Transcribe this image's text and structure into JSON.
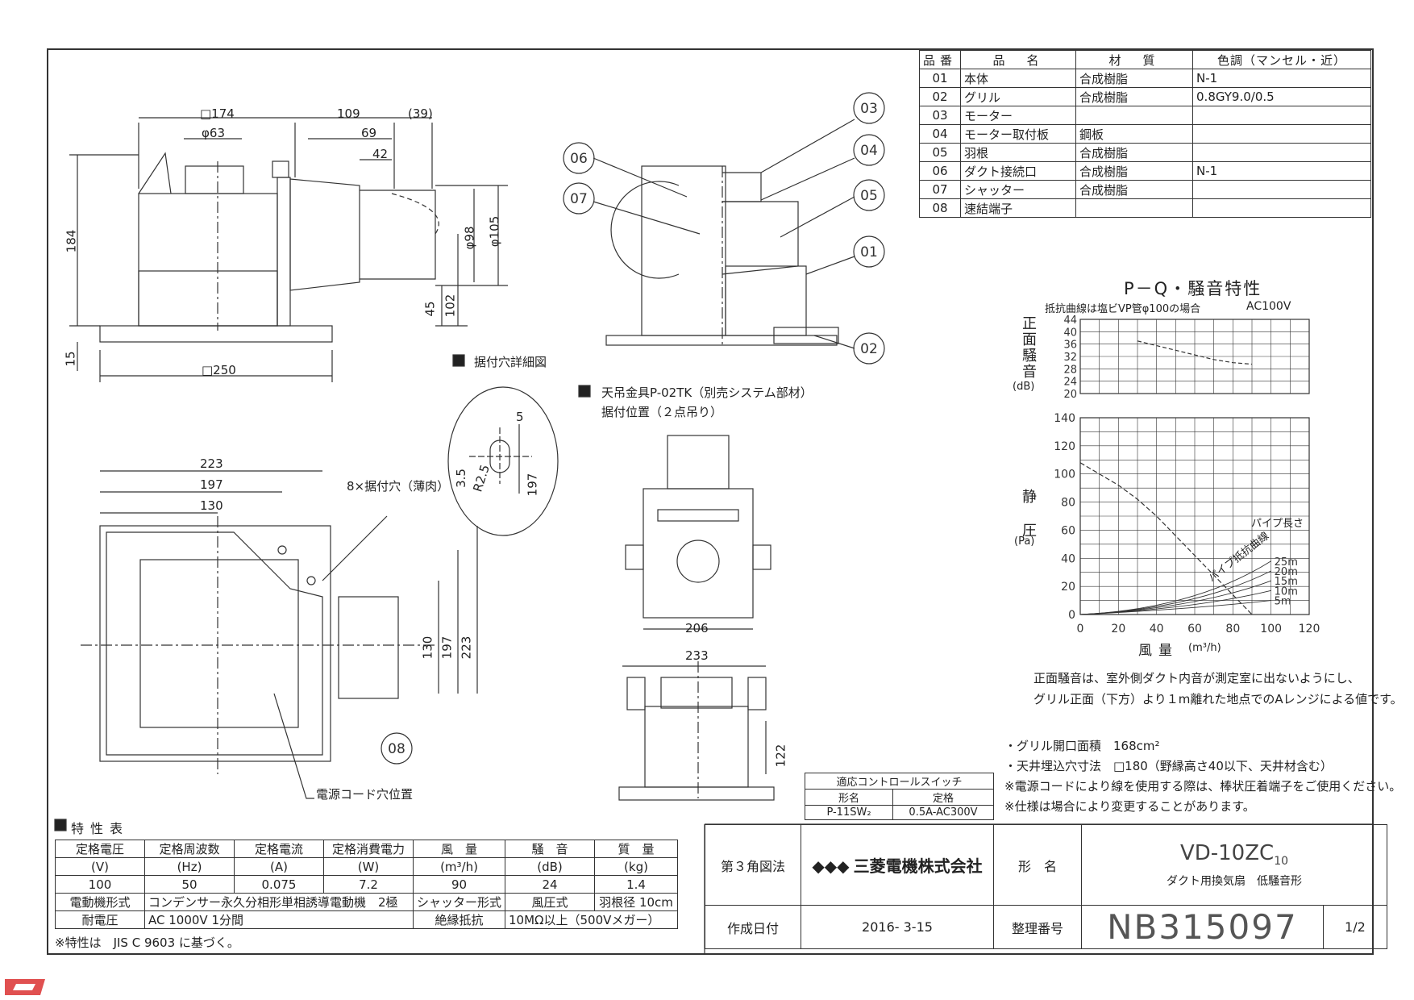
{
  "parts_table": {
    "headers": [
      "品番",
      "品　名",
      "材　質",
      "色調（マンセル・近）"
    ],
    "rows": [
      [
        "01",
        "本体",
        "合成樹脂",
        "N-1"
      ],
      [
        "02",
        "グリル",
        "合成樹脂",
        "0.8GY9.0/0.5"
      ],
      [
        "03",
        "モーター",
        "",
        ""
      ],
      [
        "04",
        "モーター取付板",
        "鋼板",
        ""
      ],
      [
        "05",
        "羽根",
        "合成樹脂",
        ""
      ],
      [
        "06",
        "ダクト接続口",
        "合成樹脂",
        "N-1"
      ],
      [
        "07",
        "シャッター",
        "合成樹脂",
        ""
      ],
      [
        "08",
        "速結端子",
        "",
        ""
      ]
    ]
  },
  "dims": {
    "d174": "□174",
    "d109": "109",
    "d39": "(39)",
    "d63": "φ63",
    "d69": "69",
    "d42": "42",
    "d184": "184",
    "d98": "φ98",
    "d105": "φ105",
    "d45": "45",
    "d102": "102",
    "d15": "15",
    "d250": "□250",
    "d223": "223",
    "d197": "197",
    "d130": "130",
    "d5": "5",
    "d35": "3.5",
    "dR25": "R2.5",
    "d197b": "197",
    "d206": "206",
    "d233": "233",
    "d122": "122"
  },
  "labels": {
    "mount_hole_detail": "据付穴詳細図",
    "hanger": "天吊金具P-02TK（別売システム部材）",
    "hanger2": "据付位置（２点吊り）",
    "holes": "8×据付穴（薄肉）",
    "cord_hole": "電源コード穴位置"
  },
  "callouts": [
    "01",
    "02",
    "03",
    "04",
    "05",
    "06",
    "07",
    "08"
  ],
  "chart_title": "P－Q・騒音特性",
  "chart_data": {
    "type": "line",
    "noise": {
      "ylabel": "正面騒音",
      "yunit": "(dB)",
      "ylim": [
        20,
        44
      ],
      "yticks": [
        20,
        24,
        28,
        32,
        36,
        40,
        44
      ],
      "x": [
        30,
        40,
        50,
        60,
        70,
        80,
        90
      ],
      "y": [
        37,
        35.5,
        34,
        32.5,
        31,
        30,
        29.5
      ]
    },
    "pq": {
      "ylabel": "静圧",
      "yunit": "(Pa)",
      "xlabel": "風量",
      "xunit": "(m³/h)",
      "xlim": [
        0,
        120
      ],
      "ylim": [
        0,
        140
      ],
      "xticks": [
        0,
        20,
        40,
        60,
        80,
        100,
        120
      ],
      "yticks": [
        0,
        20,
        40,
        60,
        80,
        100,
        120,
        140
      ],
      "x": [
        0,
        10,
        20,
        30,
        40,
        50,
        60,
        70,
        80,
        90
      ],
      "y": [
        108,
        100,
        92,
        82,
        70,
        56,
        42,
        28,
        14,
        0
      ]
    },
    "annotation": "抵抗曲線は塩ビVP管φ100の場合",
    "voltage": "AC100V",
    "pipe_label": "パイプ長さ",
    "pipe_curve": "パイプ抵抗曲線",
    "pipe_lengths": [
      "25m",
      "20m",
      "15m",
      "10m",
      "5m"
    ]
  },
  "chart_note": [
    "正面騒音は、室外側ダクト内音が測定室に出ないようにし、",
    "グリル正面（下方）より１m離れた地点でのAレンジによる値です。"
  ],
  "notes": [
    "・グリル開口面積　168cm²",
    "・天井埋込穴寸法　□180（野縁高さ40以下、天井材含む）",
    "※電源コードにより線を使用する際は、棒状圧着端子をご使用ください。",
    "※仕様は場合により変更することがあります。"
  ],
  "switch": {
    "title": "適応コントロールスイッチ",
    "h1": "形名",
    "h2": "定格",
    "model": "P-11SW₂",
    "rating": "0.5A-AC300V"
  },
  "spec": {
    "title": "特性表",
    "headers": [
      "定格電圧",
      "定格周波数",
      "定格電流",
      "定格消費電力",
      "風　量",
      "騒　音",
      "質　量"
    ],
    "units": [
      "(V)",
      "(Hz)",
      "(A)",
      "(W)",
      "(m³/h)",
      "(dB)",
      "(kg)"
    ],
    "values": [
      "100",
      "50",
      "0.075",
      "7.2",
      "90",
      "24",
      "1.4"
    ],
    "motor_l": "電動機形式",
    "motor_v": "コンデンサー永久分相形単相誘導電動機　2極",
    "shutter_l": "シャッター形式",
    "shutter_v": "風圧式",
    "blade_l": "羽根径",
    "blade_v": "10cm",
    "volt_l": "耐電圧",
    "volt_v": "AC 1000V 1分間",
    "ins_l": "絶縁抵抗",
    "ins_v": "10MΩ以上（500Vメガー）",
    "foot": "※特性は　JIS C 9603 に基づく。"
  },
  "title_block": {
    "method": "第３角図法",
    "company": "三菱電機株式会社",
    "model_l": "形　名",
    "model": "VD-10ZC",
    "model_sub": "10",
    "desc": "ダクト用換気扇　低騒音形",
    "date_l": "作成日付",
    "date": "2016- 3-15",
    "num_l": "整理番号",
    "num": "NB315097",
    "page": "1/2"
  },
  "colors": {
    "line": "#333333",
    "corner": "#e05050"
  }
}
